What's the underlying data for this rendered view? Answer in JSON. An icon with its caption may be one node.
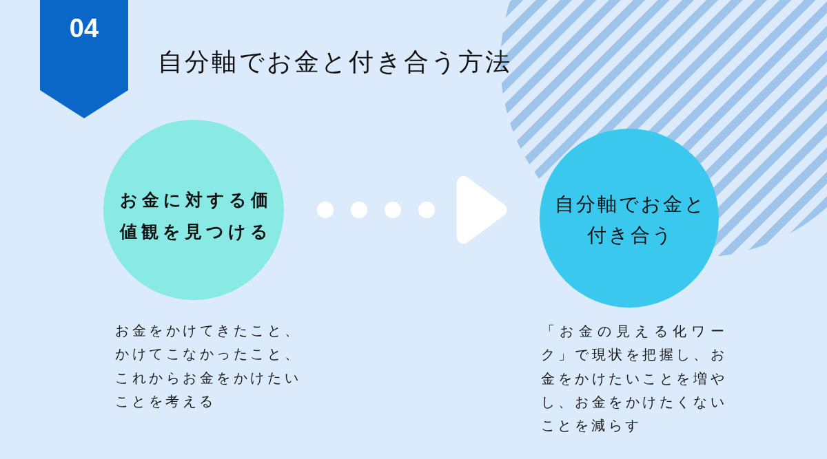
{
  "diagram": {
    "title": "自分軸でお金と付き合う方法",
    "nodes": [
      {
        "text": [
          "04"
        ]
      },
      {
        "text": [
          "お金に対する価値観を見つける"
        ],
        "beside": [
          "お金をかけてきたこと、かけてこなかったこと、これからお金をかけたいことを考える"
        ]
      },
      {
        "text": [
          "自分軸でお金と付き合う"
        ],
        "beside": [
          "「お金の見える化ワーク」で現状を把握し、お金をかけたいことを増やし、お金をかけたくないことを減らす"
        ]
      }
    ],
    "edges": [
      {
        "from": 1,
        "to": 2,
        "arrow": "to",
        "style": "dashed"
      }
    ]
  }
}
